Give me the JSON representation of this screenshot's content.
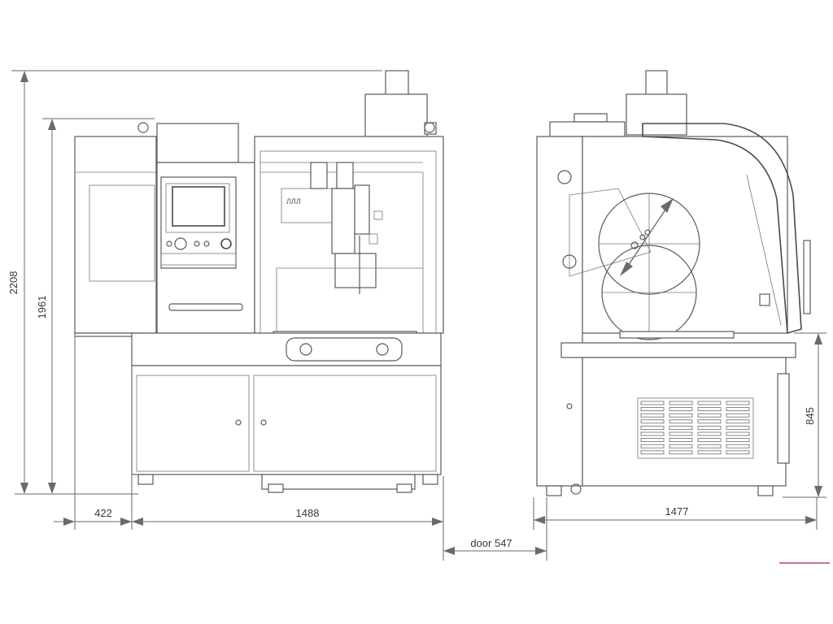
{
  "dimensions": {
    "overall_height": "2208",
    "cabinet_height": "1961",
    "left_offset": "422",
    "front_width": "1488",
    "door": "door 547",
    "side_depth": "1477",
    "side_height": "845"
  },
  "colors": {
    "line": "#5a5a5a",
    "dimension": "#6a6a6a",
    "accent_mark": "#a0283c"
  }
}
